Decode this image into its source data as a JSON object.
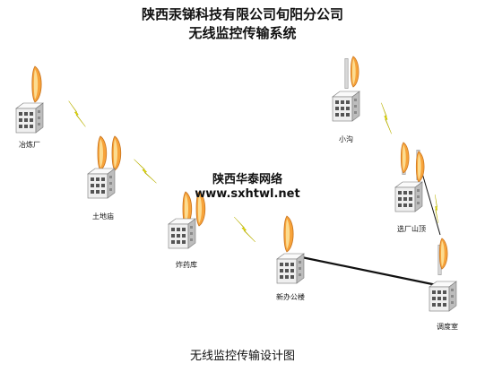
{
  "title": {
    "line1": "陕西汞锑科技有限公司旬阳分公司",
    "line2": "无线监控传输系统"
  },
  "watermark": {
    "line1": "陕西华泰网络",
    "line2": "www.sxhtwl.net"
  },
  "caption": "无线监控传输设计图",
  "sites": [
    {
      "id": "yelianchang",
      "label": "冶炼厂"
    },
    {
      "id": "tudimiao",
      "label": "土地庙"
    },
    {
      "id": "zhayaoku",
      "label": "炸药库"
    },
    {
      "id": "xinbangonglou",
      "label": "新办公楼"
    },
    {
      "id": "xiaogou",
      "label": "小沟"
    },
    {
      "id": "xuanchangshanding",
      "label": "选厂山顶"
    },
    {
      "id": "diaoduoshi",
      "label": "调度室"
    }
  ],
  "colors": {
    "antenna_fill": "#f7a33a",
    "antenna_highlight": "#fde6a0",
    "building_light": "#f2f2f2",
    "building_dark": "#b9b9b9",
    "wireless_bolt": "#e8e000",
    "wired_link": "#111111"
  }
}
